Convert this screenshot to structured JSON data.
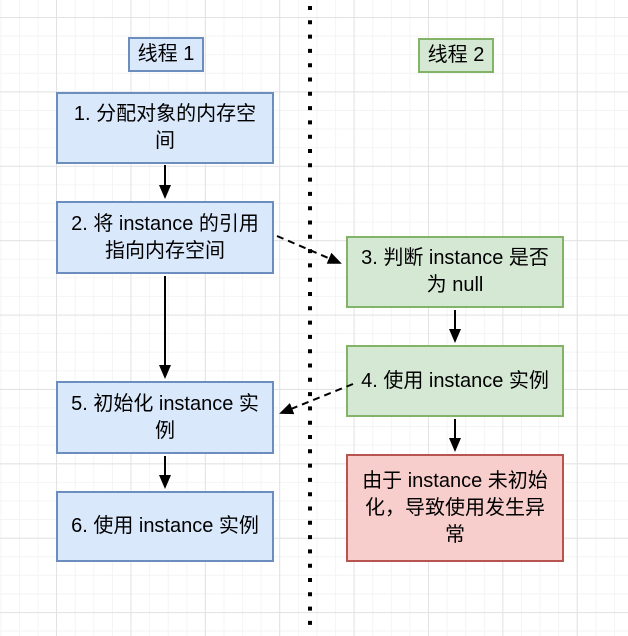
{
  "diagram": {
    "type": "flowchart",
    "topic": "instance initialization ordering across two threads",
    "lanes": {
      "thread1": {
        "label": "线程 1"
      },
      "thread2": {
        "label": "线程 2"
      }
    },
    "nodes": {
      "step1": {
        "label": "1. 分配对象的内存空\n间",
        "color": "blue",
        "lane": "thread1"
      },
      "step2": {
        "label": "2. 将 instance 的引用\n指向内存空间",
        "color": "blue",
        "lane": "thread1"
      },
      "step3": {
        "label": "3. 判断 instance 是否\n为 null",
        "color": "green",
        "lane": "thread2"
      },
      "step4": {
        "label": "4. 使用 instance 实例",
        "color": "green",
        "lane": "thread2"
      },
      "step5": {
        "label": "5. 初始化 instance 实\n例",
        "color": "blue",
        "lane": "thread1"
      },
      "step6": {
        "label": "6. 使用 instance 实例",
        "color": "blue",
        "lane": "thread1"
      },
      "error": {
        "label": "由于 instance 未初始\n化，导致使用发生异\n常",
        "color": "red",
        "lane": "thread2"
      }
    },
    "edges": [
      {
        "from": "step1",
        "to": "step2",
        "style": "solid"
      },
      {
        "from": "step2",
        "to": "step3",
        "style": "dashed"
      },
      {
        "from": "step2",
        "to": "step5",
        "style": "solid"
      },
      {
        "from": "step3",
        "to": "step4",
        "style": "solid"
      },
      {
        "from": "step4",
        "to": "step5",
        "style": "dashed"
      },
      {
        "from": "step4",
        "to": "error",
        "style": "solid"
      },
      {
        "from": "step5",
        "to": "step6",
        "style": "solid"
      }
    ],
    "colors": {
      "blue_fill": "#dae8fc",
      "blue_stroke": "#6c8ebf",
      "green_fill": "#d5e8d4",
      "green_stroke": "#82b366",
      "red_fill": "#f8cecc",
      "red_stroke": "#b85450",
      "connector": "#000000",
      "grid_minor": "#f4f4f4",
      "grid_major": "#e2e2e2"
    }
  }
}
